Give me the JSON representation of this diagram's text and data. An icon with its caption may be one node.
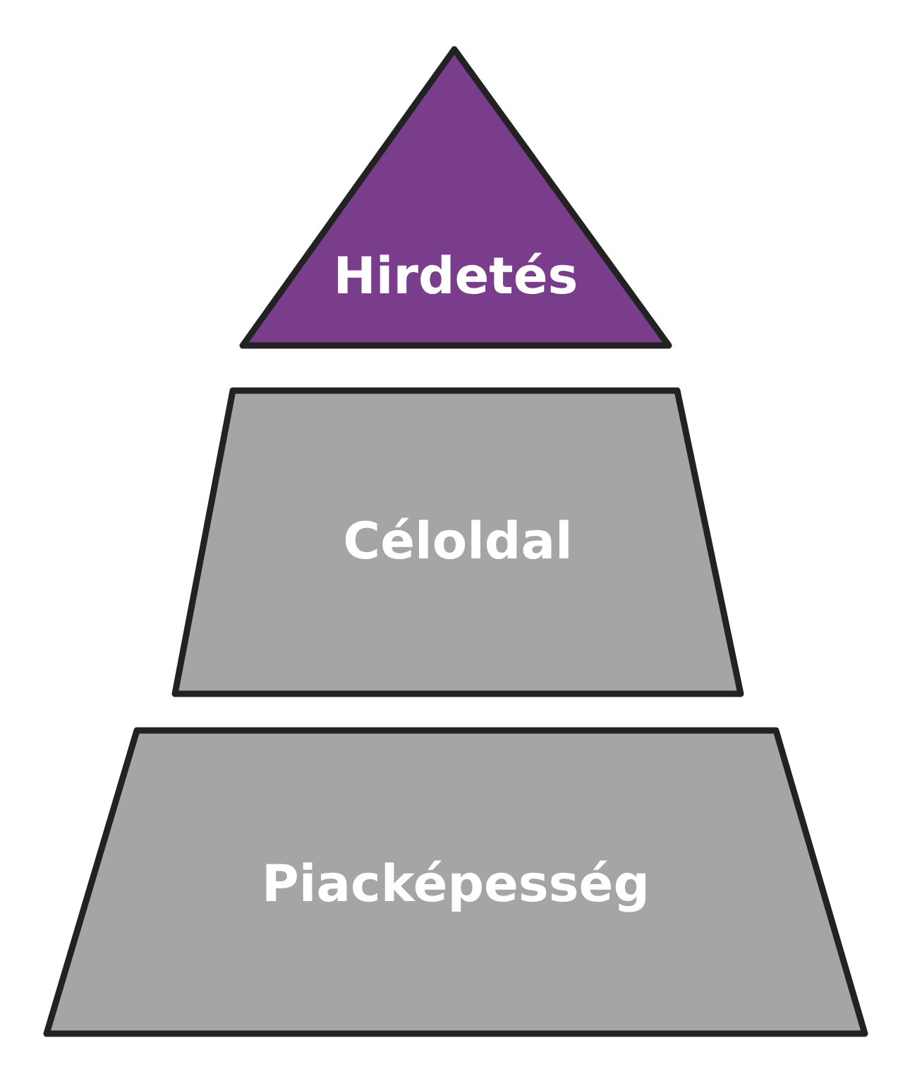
{
  "diagram": {
    "nodes": [
      {
        "text": [
          "Hirdetés"
        ]
      },
      {
        "text": [
          "Céloldal"
        ]
      },
      {
        "text": [
          "Piacképesség"
        ]
      }
    ]
  }
}
